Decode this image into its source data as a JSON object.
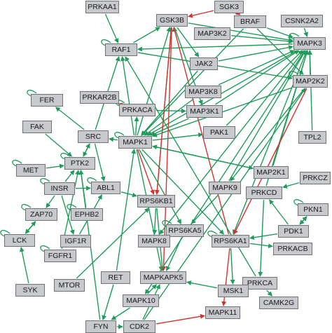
{
  "colors": {
    "activation": "#1f9b5a",
    "inhibition": "#d2332f",
    "node_fill": "#c7c9cc",
    "node_border": "#6f7377"
  },
  "nodes": [
    {
      "id": "PRKAA1",
      "label": "PRKAA1"
    },
    {
      "id": "GSK3B",
      "label": "GSK3B"
    },
    {
      "id": "SGK3",
      "label": "SGK3"
    },
    {
      "id": "BRAF",
      "label": "BRAF"
    },
    {
      "id": "CSNK2A2",
      "label": "CSNK2A2"
    },
    {
      "id": "MAP3K2",
      "label": "MAP3K2"
    },
    {
      "id": "MAPK3",
      "label": "MAPK3"
    },
    {
      "id": "RAF1",
      "label": "RAF1"
    },
    {
      "id": "JAK2",
      "label": "JAK2"
    },
    {
      "id": "MAP2K2",
      "label": "MAP2K2"
    },
    {
      "id": "MAP3K8",
      "label": "MAP3K8"
    },
    {
      "id": "FER",
      "label": "FER"
    },
    {
      "id": "PRKAR2B",
      "label": "PRKAR2B"
    },
    {
      "id": "PRKACA",
      "label": "PRKACA"
    },
    {
      "id": "MAP3K1",
      "label": "MAP3K1"
    },
    {
      "id": "FAK",
      "label": "FAK"
    },
    {
      "id": "SRC",
      "label": "SRC"
    },
    {
      "id": "PAK1",
      "label": "PAK1"
    },
    {
      "id": "TPL2",
      "label": "TPL2"
    },
    {
      "id": "MAPK1",
      "label": "MAPK1"
    },
    {
      "id": "MET",
      "label": "MET"
    },
    {
      "id": "PTK2",
      "label": "PTK2"
    },
    {
      "id": "MAP2K1",
      "label": "MAP2K1"
    },
    {
      "id": "PRKCZ",
      "label": "PRKCZ"
    },
    {
      "id": "INSR",
      "label": "INSR"
    },
    {
      "id": "ABL1",
      "label": "ABL1"
    },
    {
      "id": "MAPK9",
      "label": "MAPK9"
    },
    {
      "id": "PRKCD",
      "label": "PRKCD"
    },
    {
      "id": "RPS6KB1",
      "label": "RPS6KB1"
    },
    {
      "id": "ZAP70",
      "label": "ZAP70"
    },
    {
      "id": "EPHB2",
      "label": "EPHB2"
    },
    {
      "id": "PKN1",
      "label": "PKN1"
    },
    {
      "id": "RPS6KA5",
      "label": "RPS6KA5"
    },
    {
      "id": "PDK1",
      "label": "PDK1"
    },
    {
      "id": "LCK",
      "label": "LCK"
    },
    {
      "id": "IGF1R",
      "label": "IGF1R"
    },
    {
      "id": "MAPK8",
      "label": "MAPK8"
    },
    {
      "id": "RPS6KA1",
      "label": "RPS6KA1"
    },
    {
      "id": "PRKACB",
      "label": "PRKACB"
    },
    {
      "id": "FGFR1",
      "label": "FGFR1"
    },
    {
      "id": "RET",
      "label": "RET"
    },
    {
      "id": "MAPKAPK5",
      "label": "MAPKAPK5"
    },
    {
      "id": "PRKCA",
      "label": "PRKCA"
    },
    {
      "id": "SYK",
      "label": "SYK"
    },
    {
      "id": "MTOR",
      "label": "MTOR"
    },
    {
      "id": "MSK1",
      "label": "MSK1"
    },
    {
      "id": "CAMK2G",
      "label": "CAMK2G"
    },
    {
      "id": "MAPK10",
      "label": "MAPK10"
    },
    {
      "id": "MAPK11",
      "label": "MAPK11"
    },
    {
      "id": "FYN",
      "label": "FYN"
    },
    {
      "id": "CDK2",
      "label": "CDK2"
    }
  ],
  "edges": [
    {
      "source": "PRKAA1",
      "target": "RAF1",
      "type": "activation"
    },
    {
      "source": "RAF1",
      "target": "GSK3B",
      "type": "activation"
    },
    {
      "source": "MAPK1",
      "target": "RAF1",
      "type": "activation"
    },
    {
      "source": "MAPK3",
      "target": "RAF1",
      "type": "activation"
    },
    {
      "source": "BRAF",
      "target": "MAPK3",
      "type": "activation"
    },
    {
      "source": "GSK3B",
      "target": "MAPK3",
      "type": "activation"
    },
    {
      "source": "CSNK2A2",
      "target": "MAPK3",
      "type": "activation"
    },
    {
      "source": "MAP3K2",
      "target": "MAPK3",
      "type": "activation"
    },
    {
      "source": "JAK2",
      "target": "MAPK3",
      "type": "activation"
    },
    {
      "source": "MAP3K8",
      "target": "MAPK3",
      "type": "activation"
    },
    {
      "source": "MAP3K1",
      "target": "MAPK3",
      "type": "activation"
    },
    {
      "source": "PAK1",
      "target": "MAPK3",
      "type": "activation"
    },
    {
      "source": "MAP2K2",
      "target": "MAPK3",
      "type": "activation"
    },
    {
      "source": "MAP2K1",
      "target": "MAPK3",
      "type": "activation"
    },
    {
      "source": "PRKCD",
      "target": "MAPK3",
      "type": "activation"
    },
    {
      "source": "TPL2",
      "target": "MAPK3",
      "type": "activation"
    },
    {
      "source": "MAPK3",
      "target": "RPS6KA1",
      "type": "activation"
    },
    {
      "source": "MAPK3",
      "target": "MAPK1",
      "type": "activation"
    },
    {
      "source": "MAPK1",
      "target": "GSK3B",
      "type": "activation"
    },
    {
      "source": "MAPK1",
      "target": "MAPKAPK5",
      "type": "activation"
    },
    {
      "source": "MAPK1",
      "target": "RPS6KA5",
      "type": "activation"
    },
    {
      "source": "MAPK1",
      "target": "RPS6KA1",
      "type": "activation"
    },
    {
      "source": "MAPK1",
      "target": "PRKACA",
      "type": "activation"
    },
    {
      "source": "MAPK1",
      "target": "SRC",
      "type": "activation"
    },
    {
      "source": "MAPK1",
      "target": "MAP2K1",
      "type": "activation"
    },
    {
      "source": "MAPK1",
      "target": "PAK1",
      "type": "activation"
    },
    {
      "source": "MAPK1",
      "target": "RPS6KB1",
      "type": "inhibition"
    },
    {
      "source": "PRKAR2B",
      "target": "PRKACA",
      "type": "inhibition"
    },
    {
      "source": "SRC",
      "target": "FER",
      "type": "activation"
    },
    {
      "source": "SRC",
      "target": "PTK2",
      "type": "activation"
    },
    {
      "source": "SRC",
      "target": "RAF1",
      "type": "activation"
    },
    {
      "source": "SRC",
      "target": "ABL1",
      "type": "activation"
    },
    {
      "source": "PTK2",
      "target": "SRC",
      "type": "activation"
    },
    {
      "source": "MET",
      "target": "PTK2",
      "type": "activation"
    },
    {
      "source": "FAK",
      "target": "PTK2",
      "type": "activation"
    },
    {
      "source": "INSR",
      "target": "PTK2",
      "type": "activation"
    },
    {
      "source": "INSR",
      "target": "ZAP70",
      "type": "activation"
    },
    {
      "source": "INSR",
      "target": "ABL1",
      "type": "activation"
    },
    {
      "source": "INSR",
      "target": "IGF1R",
      "type": "activation"
    },
    {
      "source": "EPHB2",
      "target": "PTK2",
      "type": "activation"
    },
    {
      "source": "ZAP70",
      "target": "LCK",
      "type": "activation"
    },
    {
      "source": "LCK",
      "target": "ZAP70",
      "type": "activation"
    },
    {
      "source": "SYK",
      "target": "LCK",
      "type": "activation"
    },
    {
      "source": "ABL1",
      "target": "RPS6KB1",
      "type": "activation"
    },
    {
      "source": "MTOR",
      "target": "RPS6KB1",
      "type": "activation"
    },
    {
      "source": "RPS6KB1",
      "target": "GSK3B",
      "type": "activation"
    },
    {
      "source": "RPS6KB1",
      "target": "MAPKAPK5",
      "type": "activation"
    },
    {
      "source": "RPS6KB1",
      "target": "MAPK8",
      "type": "activation"
    },
    {
      "source": "MAPK9",
      "target": "RPS6KA5",
      "type": "activation"
    },
    {
      "source": "MAPK9",
      "target": "MAPK3",
      "type": "activation"
    },
    {
      "source": "MAPK8",
      "target": "RPS6KA5",
      "type": "activation"
    },
    {
      "source": "RPS6KA5",
      "target": "MAPKAPK5",
      "type": "activation"
    },
    {
      "source": "RPS6KA1",
      "target": "PRKACB",
      "type": "activation"
    },
    {
      "source": "RPS6KA1",
      "target": "MSK1",
      "type": "activation"
    },
    {
      "source": "RPS6KA1",
      "target": "GSK3B",
      "type": "inhibition"
    },
    {
      "source": "RPS6KA1",
      "target": "MAPK11",
      "type": "inhibition"
    },
    {
      "source": "PRKCD",
      "target": "PRKCA",
      "type": "activation"
    },
    {
      "source": "PDK1",
      "target": "PRKCD",
      "type": "activation"
    },
    {
      "source": "PDK1",
      "target": "PKN1",
      "type": "activation"
    },
    {
      "source": "PDK1",
      "target": "RPS6KA1",
      "type": "activation"
    },
    {
      "source": "PRKCZ",
      "target": "PRKCD",
      "type": "activation"
    },
    {
      "source": "PRKCA",
      "target": "CAMK2G",
      "type": "activation"
    },
    {
      "source": "PRKCA",
      "target": "RAF1",
      "type": "activation"
    },
    {
      "source": "MAP2K1",
      "target": "MAPK1",
      "type": "activation"
    },
    {
      "source": "MAP2K2",
      "target": "MAPK1",
      "type": "activation"
    },
    {
      "source": "MAP2K2",
      "target": "MAPK9",
      "type": "activation"
    },
    {
      "source": "MAP2K2",
      "target": "RPS6KA1",
      "type": "inhibition"
    },
    {
      "source": "RAF1",
      "target": "MAP2K2",
      "type": "activation"
    },
    {
      "source": "BRAF",
      "target": "MAP2K2",
      "type": "activation"
    },
    {
      "source": "BRAF",
      "target": "MAPK1",
      "type": "activation"
    },
    {
      "source": "SGK3",
      "target": "GSK3B",
      "type": "inhibition"
    },
    {
      "source": "SGK3",
      "target": "BRAF",
      "type": "inhibition"
    },
    {
      "source": "GSK3B",
      "target": "RPS6KB1",
      "type": "inhibition"
    },
    {
      "source": "GSK3B",
      "target": "MAPKAPK5",
      "type": "inhibition"
    },
    {
      "source": "GSK3B",
      "target": "MAP3K1",
      "type": "activation"
    },
    {
      "source": "GSK3B",
      "target": "JAK2",
      "type": "activation"
    },
    {
      "source": "MAP3K8",
      "target": "MAPK1",
      "type": "activation"
    },
    {
      "source": "MAP3K1",
      "target": "MAPK1",
      "type": "activation"
    },
    {
      "source": "JAK2",
      "target": "MAPK1",
      "type": "activation"
    },
    {
      "source": "MAPK3",
      "target": "MAPK8",
      "type": "activation"
    },
    {
      "source": "MAPK3",
      "target": "MAPK10",
      "type": "activation"
    },
    {
      "source": "RET",
      "target": "MAPK1",
      "type": "activation"
    },
    {
      "source": "RET",
      "target": "FYN",
      "type": "activation"
    },
    {
      "source": "MAPK10",
      "target": "MAPKAPK5",
      "type": "activation"
    },
    {
      "source": "MAPK10",
      "target": "FYN",
      "type": "activation"
    },
    {
      "source": "CDK2",
      "target": "MAPKAPK5",
      "type": "activation"
    },
    {
      "source": "CDK2",
      "target": "MAPK11",
      "type": "inhibition"
    },
    {
      "source": "CDK2",
      "target": "MAP2K2",
      "type": "activation"
    },
    {
      "source": "FYN",
      "target": "CDK2",
      "type": "activation"
    },
    {
      "source": "FYN",
      "target": "PTK2",
      "type": "activation"
    },
    {
      "source": "FGFR1",
      "target": "PTK2",
      "type": "activation"
    },
    {
      "source": "IGF1R",
      "target": "ABL1",
      "type": "activation"
    },
    {
      "source": "PKN1",
      "target": "PDK1",
      "type": "activation"
    },
    {
      "source": "MSK1",
      "target": "MAPKAPK5",
      "type": "activation"
    },
    {
      "source": "PRKACA",
      "target": "MAP3K1",
      "type": "activation"
    }
  ],
  "self_loops": [
    "FER",
    "MET",
    "PTK2",
    "INSR",
    "ZAP70",
    "LCK",
    "FGFR1",
    "ABL1",
    "PKN1",
    "MAPK3",
    "RAF1",
    "MAP2K2",
    "RPS6KA1",
    "PRKACA",
    "EPHB2",
    "RPS6KA5",
    "MAPK1"
  ]
}
